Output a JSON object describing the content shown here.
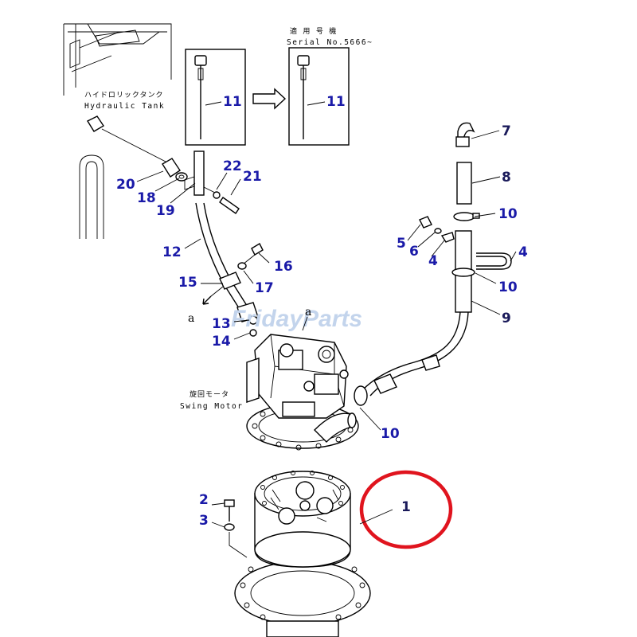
{
  "labels": {
    "hydraulic_tank_jp": "ハイドロリックタンク",
    "hydraulic_tank_en": "Hydraulic Tank",
    "serial_jp": "適 用 号 機",
    "serial_en": "Serial No.5666~",
    "swing_motor_jp": "旋回モータ",
    "swing_motor_en": "Swing Motor",
    "port_a_left": "a",
    "port_a_top": "a"
  },
  "watermark": {
    "text": "FridayParts",
    "color": "#c3d4ec"
  },
  "callouts": [
    {
      "id": "c1",
      "text": "1"
    },
    {
      "id": "c2",
      "text": "2"
    },
    {
      "id": "c3",
      "text": "3"
    },
    {
      "id": "c4a",
      "text": "4"
    },
    {
      "id": "c4b",
      "text": "4"
    },
    {
      "id": "c5",
      "text": "5"
    },
    {
      "id": "c6",
      "text": "6"
    },
    {
      "id": "c7",
      "text": "7"
    },
    {
      "id": "c8",
      "text": "8"
    },
    {
      "id": "c9",
      "text": "9"
    },
    {
      "id": "c10a",
      "text": "10"
    },
    {
      "id": "c10b",
      "text": "10"
    },
    {
      "id": "c10c",
      "text": "10"
    },
    {
      "id": "c11a",
      "text": "11"
    },
    {
      "id": "c11b",
      "text": "11"
    },
    {
      "id": "c12",
      "text": "12"
    },
    {
      "id": "c13",
      "text": "13"
    },
    {
      "id": "c14",
      "text": "14"
    },
    {
      "id": "c15",
      "text": "15"
    },
    {
      "id": "c16",
      "text": "16"
    },
    {
      "id": "c17",
      "text": "17"
    },
    {
      "id": "c18",
      "text": "18"
    },
    {
      "id": "c19",
      "text": "19"
    },
    {
      "id": "c20",
      "text": "20"
    },
    {
      "id": "c21",
      "text": "21"
    },
    {
      "id": "c22",
      "text": "22"
    }
  ],
  "highlight": {
    "target": "1",
    "color": "#e0141e"
  }
}
